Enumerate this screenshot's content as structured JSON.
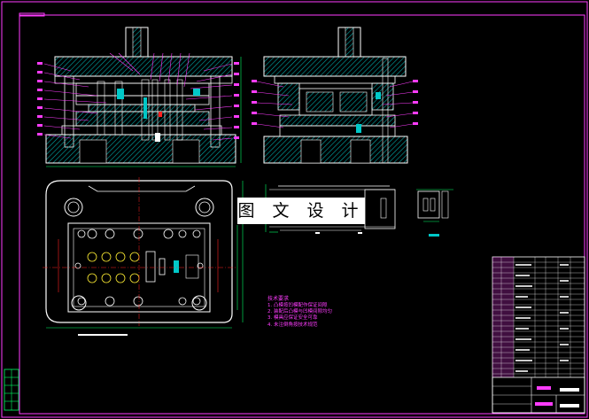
{
  "watermark": {
    "text": "图 文 设 计"
  },
  "notes": {
    "heading": "技术要求",
    "lines": [
      "1. 凸模按凹模配作保证间隙",
      "2. 装配后凸模与凹模间隙均匀",
      "3. 模具应保证安全可靠",
      "4. 未注倒角按技术规范"
    ]
  },
  "colors": {
    "background": "#000000",
    "outline": "#ffffff",
    "frame": "#ff3cff",
    "hatch": "#00b4b4",
    "dimension": "#00ff66",
    "red": "#ff2020",
    "yellow": "#ffee33"
  }
}
